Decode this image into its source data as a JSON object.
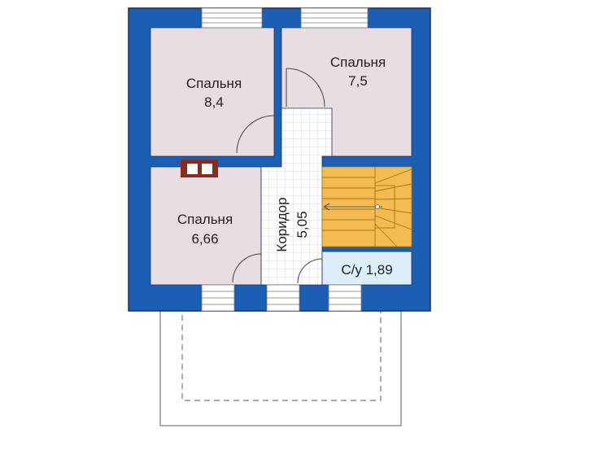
{
  "colors": {
    "wall": "#1a5fb4",
    "wall_outline": "#1a2f6b",
    "room": "#e7dde2",
    "corridor": "#ffffff",
    "corridor_grid": "#c9d3de",
    "bathroom": "#dbeef9",
    "stair": "#f3bb52",
    "stair_line": "#a77714",
    "terrace_line": "#777777",
    "window": "#ffffff",
    "chimney": "#8c2a1c",
    "door_line": "#444444"
  },
  "rooms": [
    {
      "id": "bedroom-1",
      "name": "Спальня",
      "area": "8,4"
    },
    {
      "id": "bedroom-2",
      "name": "Спальня",
      "area": "7,5"
    },
    {
      "id": "bedroom-3",
      "name": "Спальня",
      "area": "6,66"
    },
    {
      "id": "corridor",
      "name": "Коридор",
      "area": "5,05"
    },
    {
      "id": "bathroom",
      "label": "С/у 1,89"
    }
  ],
  "icons": [
    "door-swing-icon",
    "chimney-icon",
    "window-icon",
    "stair-arrow-icon"
  ]
}
